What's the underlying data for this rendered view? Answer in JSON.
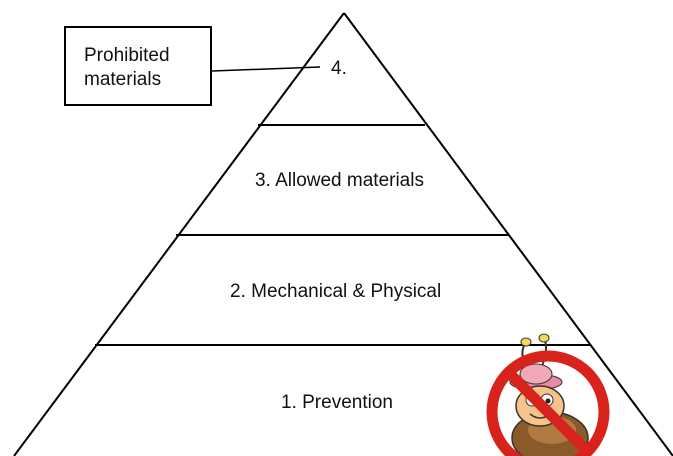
{
  "callout": {
    "line1": "Prohibited",
    "line2": "materials"
  },
  "levels": [
    {
      "id": "level-4",
      "label": "4."
    },
    {
      "id": "level-3",
      "label": "3. Allowed materials"
    },
    {
      "id": "level-2",
      "label": "2. Mechanical & Physical"
    },
    {
      "id": "level-1",
      "label": "1. Prevention"
    }
  ],
  "colors": {
    "line": "#000000",
    "prohibition_sign": "#d8221c",
    "mascot_body": "#f0a8b8"
  },
  "icons": {
    "mascot": "cartoon-pest-mascot-icon",
    "prohibition": "prohibition-sign-icon"
  }
}
